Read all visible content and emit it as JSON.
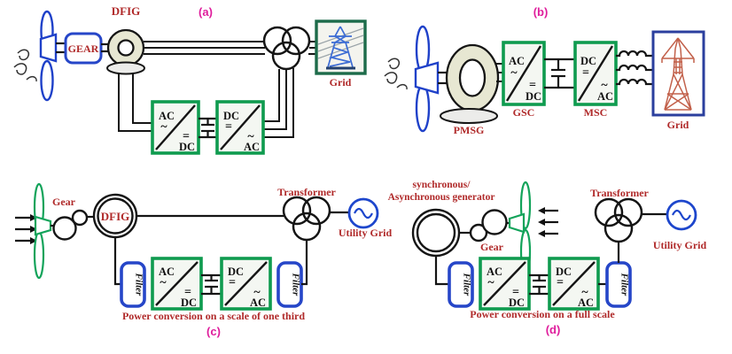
{
  "shared": {
    "converter": {
      "ac": "AC",
      "dc": "DC",
      "tilde": "~",
      "equals": "="
    },
    "filter": "Filter"
  },
  "panel_a": {
    "label": "(a)",
    "gearbox": "GEAR",
    "generator": "DFIG",
    "grid": "Grid"
  },
  "panel_b": {
    "label": "(b)",
    "generator": "PMSG",
    "converter1": "GSC",
    "converter2": "MSC",
    "grid": "Grid"
  },
  "panel_c": {
    "label": "(c)",
    "gear": "Gear",
    "generator": "DFIG",
    "transformer": "Transformer",
    "utility": "Utility Grid",
    "caption": "Power conversion on a scale of one third"
  },
  "panel_d": {
    "label": "(d)",
    "gear": "Gear",
    "generator_line1": "synchronous/",
    "generator_line2": "Asynchronous generator",
    "transformer": "Transformer",
    "utility": "Utility Grid",
    "caption": "Power conversion on a full scale"
  },
  "colors": {
    "label_red": "#b02a2a",
    "panel_label_magenta": "#df1d9c",
    "converter_green": "#0f9b4f",
    "filter_blue": "#2646c8",
    "turbine_blue": "#1f41c9",
    "turbine_green": "#12a35a",
    "generator_fill": "#e7e7d2",
    "grid_a_border": "#1d6b4a",
    "grid_b_border": "#2b3f9e",
    "utility_blue": "#1d46cc"
  }
}
